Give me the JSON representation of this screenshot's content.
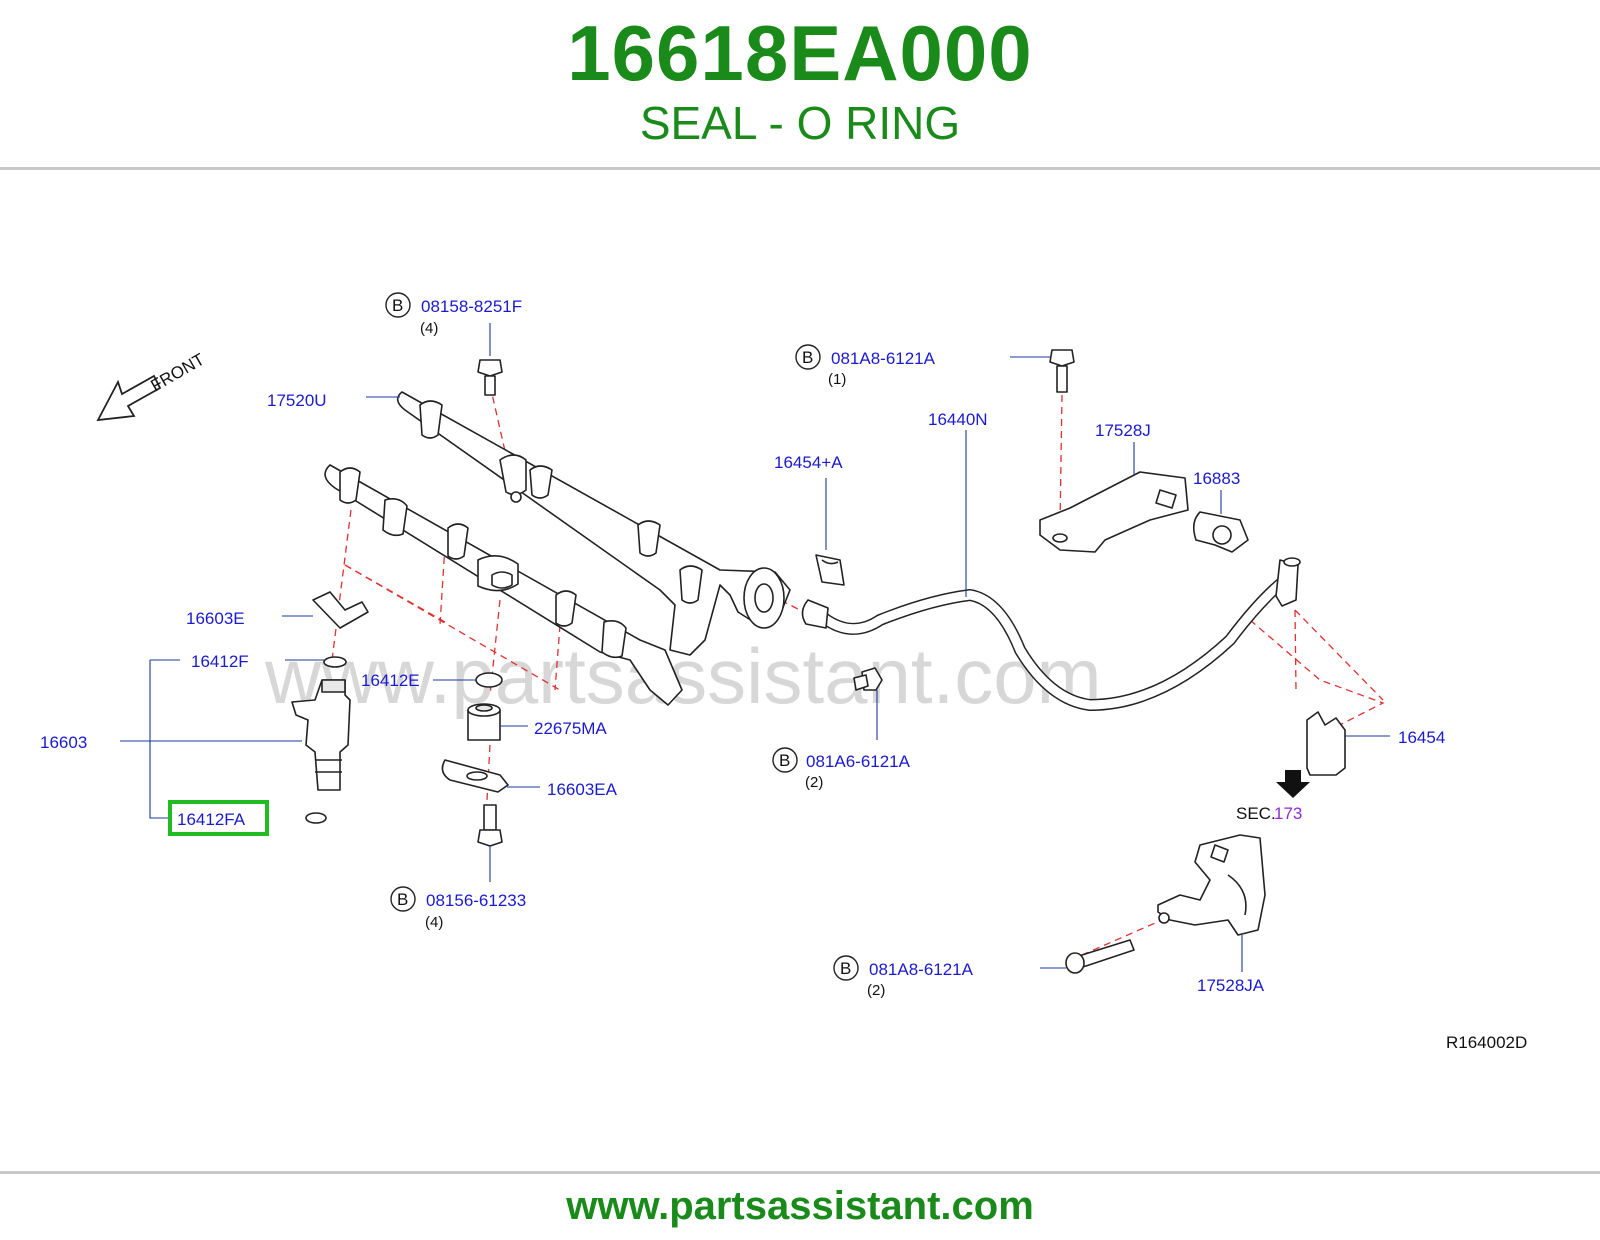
{
  "header": {
    "part_number": "16618EA000",
    "part_name": "SEAL - O RING"
  },
  "diagram": {
    "front_label": "FRONT",
    "watermark": "www.partsassistant.com",
    "diagram_ref": "R164002D",
    "sec_prefix": "SEC.",
    "sec_number": "173",
    "bolt_marker": "B",
    "highlight_color": "#22bb22",
    "labels": {
      "l_17520U": "17520U",
      "l_16603E": "16603E",
      "l_16412F": "16412F",
      "l_16603": "16603",
      "l_16412FA": "16412FA",
      "l_16412E": "16412E",
      "l_22675MA": "22675MA",
      "l_16603EA": "16603EA",
      "l_16454A": "16454+A",
      "l_16440N": "16440N",
      "l_17528J": "17528J",
      "l_16883": "16883",
      "l_16454": "16454",
      "l_17528JA": "17528JA"
    },
    "bolts": {
      "b1": {
        "part": "08158-8251F",
        "qty": "(4)"
      },
      "b2": {
        "part": "081A8-6121A",
        "qty": "(1)"
      },
      "b3": {
        "part": "081A6-6121A",
        "qty": "(2)"
      },
      "b4": {
        "part": "08156-61233",
        "qty": "(4)"
      },
      "b5": {
        "part": "081A8-6121A",
        "qty": "(2)"
      }
    }
  },
  "footer": {
    "url": "www.partsassistant.com"
  }
}
